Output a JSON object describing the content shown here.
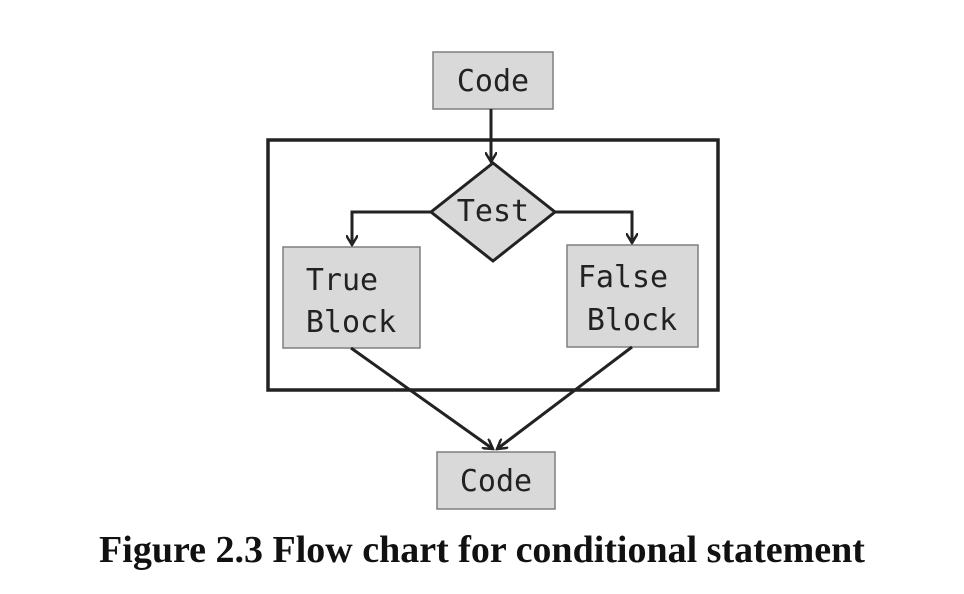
{
  "diagram": {
    "nodes": {
      "code_top": "Code",
      "test": "Test",
      "true_block": [
        "True",
        "Block"
      ],
      "false_block": [
        "False",
        "Block"
      ],
      "code_bottom": "Code"
    },
    "colors": {
      "box_fill": "#d9d9d9",
      "box_stroke": "#7f7f7f",
      "line": "#222222"
    }
  },
  "caption": "Figure 2.3 Flow chart for conditional statement"
}
